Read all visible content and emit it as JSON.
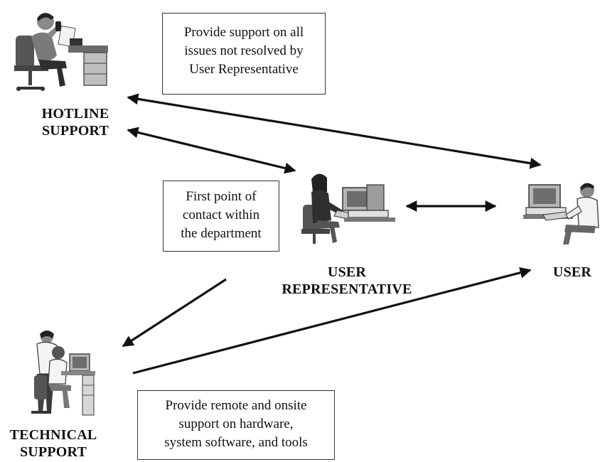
{
  "roles": {
    "hotline": [
      "HOTLINE",
      "SUPPORT"
    ],
    "user_rep": [
      "USER",
      "REPRESENTATIVE"
    ],
    "user": [
      "USER"
    ],
    "technical": [
      "TECHNICAL",
      "SUPPORT"
    ]
  },
  "notes": {
    "hotline": [
      "Provide support on all",
      "issues not resolved by",
      "User Representative"
    ],
    "user_rep": [
      "First point of",
      "contact within",
      "the department"
    ],
    "technical": [
      "Provide remote and onsite",
      "support on hardware,",
      "system software, and tools"
    ]
  },
  "connections": [
    {
      "from": "hotline-support",
      "to": "user",
      "direction": "both"
    },
    {
      "from": "hotline-support",
      "to": "user-representative",
      "direction": "both"
    },
    {
      "from": "user-representative",
      "to": "user",
      "direction": "both"
    },
    {
      "from": "user-representative",
      "to": "technical-support",
      "direction": "to"
    },
    {
      "from": "technical-support",
      "to": "user",
      "direction": "to"
    }
  ],
  "icons": {
    "hotline": "person-on-phone-icon",
    "user_rep": "person-at-computer-icon",
    "user": "person-at-computer-icon",
    "technical": "technicians-at-computer-icon"
  }
}
